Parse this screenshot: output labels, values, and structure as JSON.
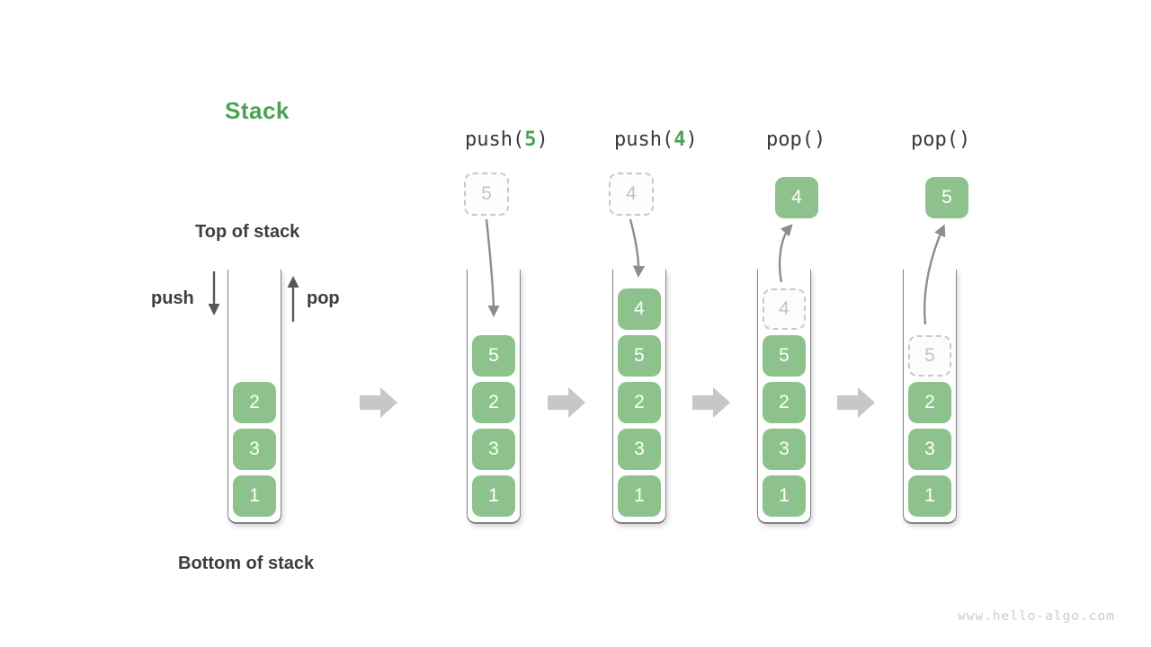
{
  "title": "Stack",
  "annotations": {
    "top_of_stack": "Top of stack",
    "bottom_of_stack": "Bottom of stack",
    "push_arrow_label": "push",
    "pop_arrow_label": "pop"
  },
  "operations": [
    {
      "call_prefix": "push(",
      "call_arg": "5",
      "call_suffix": ")",
      "float_value": "5",
      "float_style": "dashed"
    },
    {
      "call_prefix": "push(",
      "call_arg": "4",
      "call_suffix": ")",
      "float_value": "4",
      "float_style": "dashed"
    },
    {
      "call_prefix": "pop(",
      "call_arg": "",
      "call_suffix": ")",
      "float_value": "4",
      "float_style": "solid"
    },
    {
      "call_prefix": "pop(",
      "call_arg": "",
      "call_suffix": ")",
      "float_value": "5",
      "float_style": "solid"
    }
  ],
  "stacks": [
    {
      "name": "initial",
      "cells": [
        {
          "value": "2",
          "style": "solid"
        },
        {
          "value": "3",
          "style": "solid"
        },
        {
          "value": "1",
          "style": "solid"
        }
      ]
    },
    {
      "name": "after-push-5",
      "cells": [
        {
          "value": "5",
          "style": "solid"
        },
        {
          "value": "2",
          "style": "solid"
        },
        {
          "value": "3",
          "style": "solid"
        },
        {
          "value": "1",
          "style": "solid"
        }
      ]
    },
    {
      "name": "after-push-4",
      "cells": [
        {
          "value": "4",
          "style": "solid"
        },
        {
          "value": "5",
          "style": "solid"
        },
        {
          "value": "2",
          "style": "solid"
        },
        {
          "value": "3",
          "style": "solid"
        },
        {
          "value": "1",
          "style": "solid"
        }
      ]
    },
    {
      "name": "during-pop-4",
      "cells": [
        {
          "value": "4",
          "style": "dashed"
        },
        {
          "value": "5",
          "style": "solid"
        },
        {
          "value": "2",
          "style": "solid"
        },
        {
          "value": "3",
          "style": "solid"
        },
        {
          "value": "1",
          "style": "solid"
        }
      ]
    },
    {
      "name": "during-pop-5",
      "cells": [
        {
          "value": "5",
          "style": "dashed"
        },
        {
          "value": "2",
          "style": "solid"
        },
        {
          "value": "3",
          "style": "solid"
        },
        {
          "value": "1",
          "style": "solid"
        }
      ]
    }
  ],
  "colors": {
    "accent_green": "#4aa254",
    "element_green": "#8ec28c",
    "text_dark": "#3a3d42",
    "muted_gray": "#c3c3c3",
    "arrow_gray": "#8d8d8d",
    "block_arrow_gray": "#c7c7c7"
  },
  "watermark": "www.hello-algo.com"
}
